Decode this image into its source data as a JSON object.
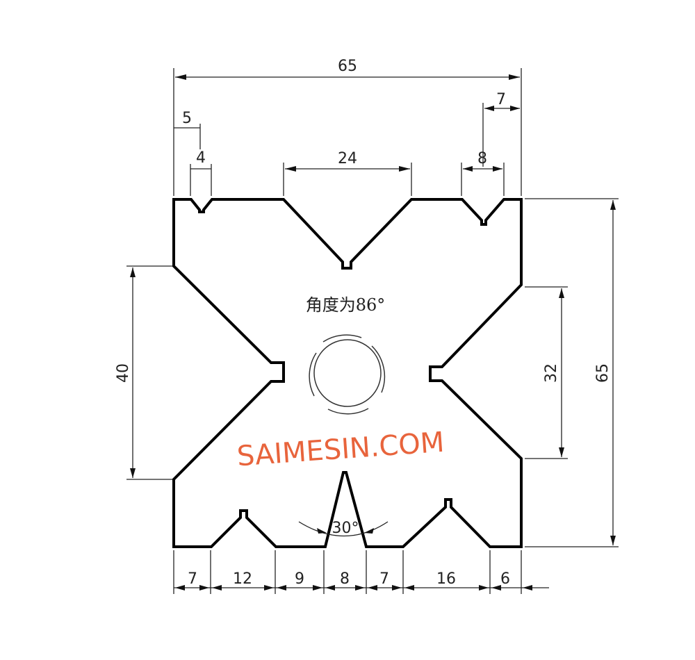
{
  "drawing": {
    "note": "角度为86°",
    "watermark": "SAIMESIN.COM",
    "bottom_angle": "30°",
    "top_dims": {
      "overall_width": "65",
      "left_offset": "5",
      "left_notch": "4",
      "center_vee": "24",
      "right_vee": "8",
      "right_offset": "7"
    },
    "side_dims": {
      "left_vee": "40",
      "right_vee": "32",
      "overall_height": "65"
    },
    "bottom_dims": [
      "7",
      "12",
      "9",
      "8",
      "7",
      "16",
      "6"
    ]
  }
}
